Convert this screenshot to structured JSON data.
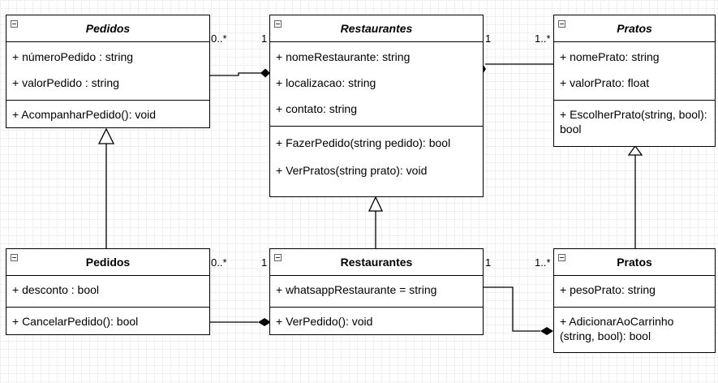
{
  "classes": {
    "pedidos_top": {
      "name": "Pedidos",
      "attributes": [
        "+ númeroPedido : string",
        "+ valorPedido : string"
      ],
      "methods": [
        "+ AcompanharPedido(): void"
      ]
    },
    "restaurantes_top": {
      "name": "Restaurantes",
      "attributes": [
        "+ nomeRestaurante: string",
        "+  localizacao: string",
        "+ contato: string"
      ],
      "methods": [
        "+ FazerPedido(string pedido): bool",
        "+ VerPratos(string prato): void"
      ]
    },
    "pratos_top": {
      "name": "Pratos",
      "attributes": [
        "+ nomePrato: string",
        "+ valorPrato: float"
      ],
      "methods": [
        "+ EscolherPrato(string, bool): bool"
      ]
    },
    "pedidos_bottom": {
      "name": "Pedidos",
      "attributes": [
        "+ desconto : bool"
      ],
      "methods": [
        "+ CancelarPedido(): bool"
      ]
    },
    "restaurantes_bottom": {
      "name": "Restaurantes",
      "attributes": [
        "+ whatsappRestaurante = string"
      ],
      "methods": [
        "+ VerPedido(): void"
      ]
    },
    "pratos_bottom": {
      "name": "Pratos",
      "attributes": [
        "+ pesoPrato: string"
      ],
      "methods": [
        "+ AdicionarAoCarrinho (string, bool): bool"
      ]
    }
  },
  "multiplicities": {
    "top_pedidos": "0..*",
    "top_rest_left": "1",
    "top_rest_right": "1",
    "top_pratos": "1..*",
    "bot_pedidos": "0..*",
    "bot_rest_left": "1",
    "bot_rest_right": "1",
    "bot_pratos": "1..*"
  }
}
